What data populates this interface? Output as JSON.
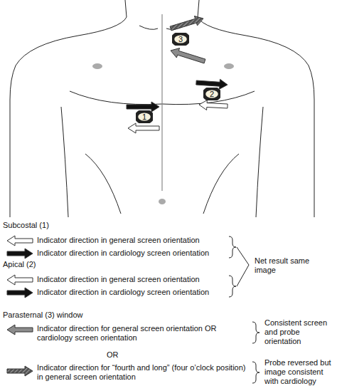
{
  "diagram": {
    "nodes": [
      {
        "text": [
          "1"
        ]
      },
      {
        "text": [
          "2"
        ]
      },
      {
        "text": [
          "3"
        ]
      }
    ],
    "labels": [
      "Subcostal (1)",
      "Apical (2)",
      "Net result same image",
      "Parasternal (3) window",
      "Consistent screen and probe orientation",
      "OR",
      "Probe reversed but image consistent with cardiology"
    ],
    "legend": [
      {
        "text": "Indicator direction in general screen orientation"
      },
      {
        "text": "Indicator direction in cardiology screen orientation"
      },
      {
        "text": "Indicator direction in general screen orientation"
      },
      {
        "text": "Indicator direction in cardiology screen orientation"
      },
      {
        "text": "Indicator direction for general screen orientation OR cardiology screen orientation"
      },
      {
        "text": "Indicator direction for “fourth and long” (four o’clock position) in general screen orientation"
      }
    ]
  }
}
